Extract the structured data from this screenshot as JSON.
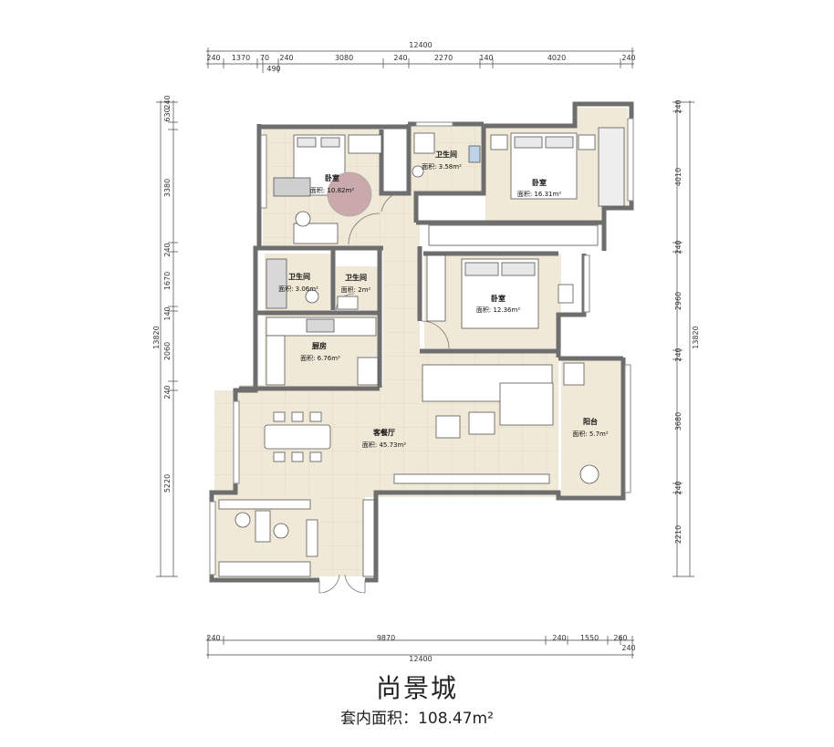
{
  "title": "尚景城",
  "subtitle": "套内面积：108.47m²",
  "colors": {
    "wall": "#6e6e6e",
    "floor": "#f1e9d8",
    "tile": "#e9dfc6",
    "line": "#555555"
  },
  "dims": {
    "top_total": "12400",
    "top": [
      "240",
      "1370",
      "70",
      "240",
      "3080",
      "240",
      "2270",
      "140",
      "4020",
      "240"
    ],
    "top_sub": "490",
    "bottom_total": "12400",
    "bottom": [
      "240",
      "9870",
      "240",
      "1550",
      "260",
      "240"
    ],
    "left_total": "13820",
    "left": [
      "630",
      "240",
      "3380",
      "240",
      "1670",
      "140",
      "2060",
      "240",
      "5220"
    ],
    "right_total": "13820",
    "right": [
      "240",
      "4010",
      "240",
      "2960",
      "240",
      "3680",
      "240",
      "2210"
    ]
  },
  "rooms": [
    {
      "name": "卧室",
      "area": "面积: 10.82m²"
    },
    {
      "name": "卫生间",
      "area": "面积: 3.58m²"
    },
    {
      "name": "卧室",
      "area": "面积: 16.31m²"
    },
    {
      "name": "卫生间",
      "area": "面积: 3.06m²"
    },
    {
      "name": "卫生间",
      "area": "面积: 2m²"
    },
    {
      "name": "卧室",
      "area": "面积: 12.36m²"
    },
    {
      "name": "厨房",
      "area": "面积: 6.76m²"
    },
    {
      "name": "客餐厅",
      "area": "面积: 45.73m²"
    },
    {
      "name": "阳台",
      "area": "面积: 5.7m²"
    }
  ]
}
